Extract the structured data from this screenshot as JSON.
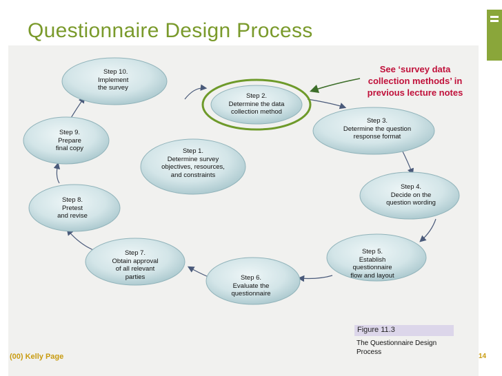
{
  "slide": {
    "title": "Questionnaire Design Process",
    "callout_lines": [
      "See ‘survey data",
      "collection methods’ in",
      "previous lecture notes"
    ],
    "figure_label": "Figure 11.3",
    "figure_caption_lines": [
      "The Questionnaire Design",
      "Process"
    ],
    "footer_left": "(00) Kelly Page",
    "page_number": "14"
  },
  "steps": [
    {
      "id": "step1",
      "lines": [
        "Step 1.",
        "Determine survey",
        "objectives, resources,",
        "and constraints"
      ]
    },
    {
      "id": "step2",
      "lines": [
        "Step 2.",
        "Determine the data",
        "collection method"
      ]
    },
    {
      "id": "step3",
      "lines": [
        "Step 3.",
        "Determine the question",
        "response format"
      ]
    },
    {
      "id": "step4",
      "lines": [
        "Step 4.",
        "Decide on the",
        "question wording"
      ]
    },
    {
      "id": "step5",
      "lines": [
        "Step 5.",
        "Establish",
        "questionnaire",
        "flow and layout"
      ]
    },
    {
      "id": "step6",
      "lines": [
        "Step 6.",
        "Evaluate the",
        "questionnaire"
      ]
    },
    {
      "id": "step7",
      "lines": [
        "Step 7.",
        "Obtain approval",
        "of all relevant",
        "parties"
      ]
    },
    {
      "id": "step8",
      "lines": [
        "Step 8.",
        "Pretest",
        "and revise"
      ]
    },
    {
      "id": "step9",
      "lines": [
        "Step 9.",
        "Prepare",
        "final copy"
      ]
    },
    {
      "id": "step10",
      "lines": [
        "Step 10.",
        "Implement",
        "the survey"
      ]
    }
  ],
  "colors": {
    "title": "#7a9a2b",
    "accent_bar": "#8aa63a",
    "callout": "#c0103a",
    "highlight_ring": "#6e9a2a",
    "node_fill": "#d3e5e8",
    "node_border": "#8fb2b9",
    "arrow": "#4a5a7a",
    "footer": "#c89b10"
  },
  "icons": {
    "deco": "slide-corner-mark"
  }
}
